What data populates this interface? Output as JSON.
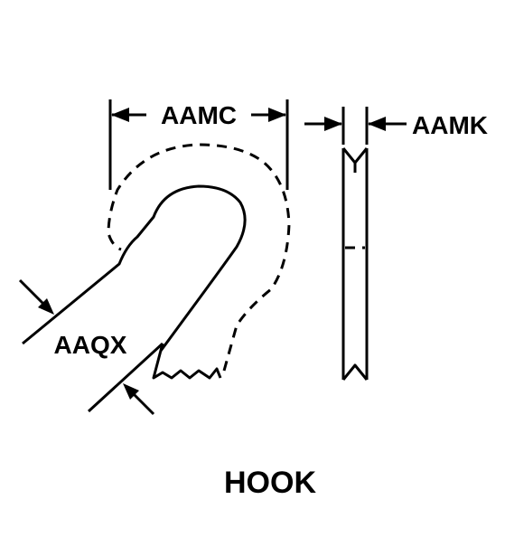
{
  "diagram": {
    "title": "HOOK",
    "dimensions": {
      "width": "AAMC",
      "thickness": "AAMK",
      "wire_diameter": "AAQX"
    },
    "colors": {
      "line": "#000000",
      "background": "#ffffff"
    }
  }
}
